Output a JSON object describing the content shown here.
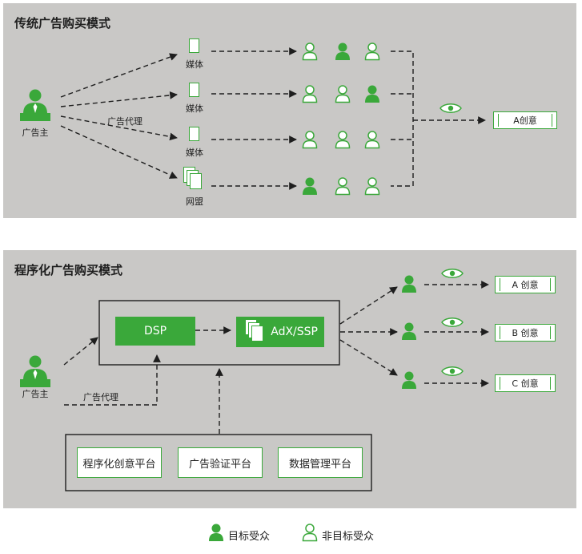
{
  "traditional": {
    "title": "传统广告购买模式",
    "advertiser_label": "广告主",
    "agency_label": "广告代理",
    "channels": [
      {
        "label": "媒体",
        "audience": [
          "non-target",
          "target",
          "non-target"
        ]
      },
      {
        "label": "媒体",
        "audience": [
          "non-target",
          "non-target",
          "target"
        ]
      },
      {
        "label": "媒体",
        "audience": [
          "non-target",
          "non-target",
          "non-target"
        ]
      },
      {
        "label": "网盟",
        "audience": [
          "target",
          "non-target",
          "non-target"
        ]
      }
    ],
    "creative_label": "A创意"
  },
  "programmatic": {
    "title": "程序化广告购买模式",
    "advertiser_label": "广告主",
    "agency_label": "广告代理",
    "dsp_label": "DSP",
    "adx_label": "AdX/SSP",
    "creatives": [
      "A 创意",
      "B 创意",
      "C 创意"
    ],
    "platforms": [
      "程序化创意平台",
      "广告验证平台",
      "数据管理平台"
    ]
  },
  "legend": {
    "target_label": "目标受众",
    "non_target_label": "非目标受众"
  },
  "colors": {
    "accent": "#3aa83a",
    "panel_bg": "#c9c8c6",
    "line": "#1e1e1e"
  }
}
